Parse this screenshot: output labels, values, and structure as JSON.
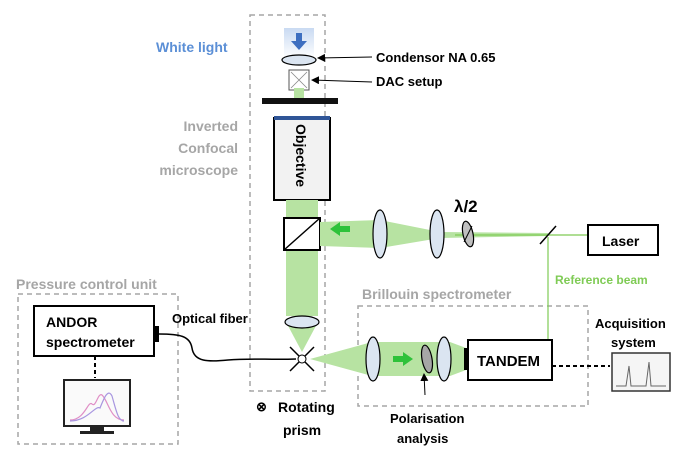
{
  "labels": {
    "white_light": "White light",
    "condensor": "Condensor NA 0.65",
    "dac_setup": "DAC setup",
    "microscope_line1": "Inverted",
    "microscope_line2": "Confocal",
    "microscope_line3": "microscope",
    "objective": "Objective",
    "lambda_half": "λ/2",
    "laser": "Laser",
    "reference_beam": "Reference beam",
    "brillouin_spectrometer": "Brillouin spectrometer",
    "pressure_control_unit": "Pressure control unit",
    "andor_line1": "ANDOR",
    "andor_line2": "spectrometer",
    "optical_fiber": "Optical fiber",
    "tandem": "TANDEM",
    "acquisition_line1": "Acquisition",
    "acquisition_line2": "system",
    "rotating_symbol": "⊗",
    "rotating_line1": "Rotating",
    "rotating_line2": "prism",
    "polarisation_line1": "Polarisation",
    "polarisation_line2": "analysis"
  },
  "colors": {
    "beam_green": "#b7e3a2",
    "arrow_green": "#2ec23a",
    "white_light_blue": "#5b8fd6",
    "reference_green": "#7fcb55",
    "dashed_gray": "#a6a6a6",
    "lens_fill": "#dbe5f1"
  }
}
